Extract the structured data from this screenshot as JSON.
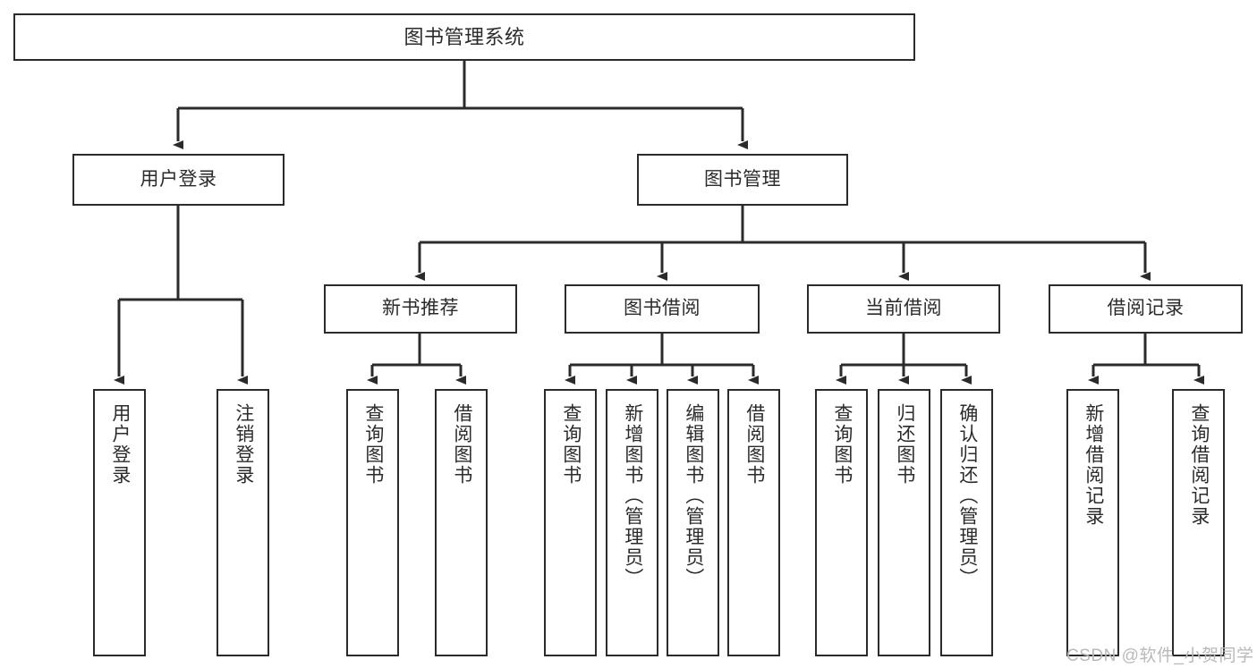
{
  "diagram": {
    "type": "tree",
    "title": "图书管理系统",
    "root": {
      "label": "图书管理系统"
    },
    "level1": [
      {
        "label": "用户登录"
      },
      {
        "label": "图书管理"
      }
    ],
    "level2": [
      {
        "label": "新书推荐"
      },
      {
        "label": "图书借阅"
      },
      {
        "label": "当前借阅"
      },
      {
        "label": "借阅记录"
      }
    ],
    "leaves": {
      "user_login": [
        {
          "label": "用户登录"
        },
        {
          "label": "注销登录"
        }
      ],
      "new_book_recommend": [
        {
          "label": "查询图书"
        },
        {
          "label": "借阅图书"
        }
      ],
      "book_borrow": [
        {
          "label": "查询图书"
        },
        {
          "label": "新增图书（管理员）"
        },
        {
          "label": "编辑图书（管理员）"
        },
        {
          "label": "借阅图书"
        }
      ],
      "current_borrow": [
        {
          "label": "查询图书"
        },
        {
          "label": "归还图书"
        },
        {
          "label": "确认归还（管理员）"
        }
      ],
      "borrow_record": [
        {
          "label": "新增借阅记录"
        },
        {
          "label": "查询借阅记录"
        }
      ]
    }
  },
  "watermark": {
    "text": "CSDN @软件_小贺同学"
  },
  "colors": {
    "stroke": "#2b2b2b",
    "box_fill": "#ffffff",
    "text": "#2b2b2b",
    "watermark": "#b9b9b9",
    "background": "#ffffff"
  }
}
